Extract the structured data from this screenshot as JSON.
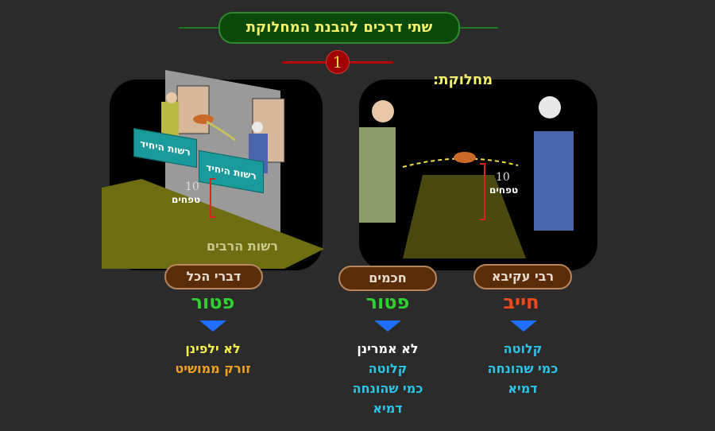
{
  "title": "שתי דרכים להבנת המחלוקת",
  "step_number": "1",
  "section_label": "מחלוקת:",
  "left_diagram": {
    "domain_private_1": "רשות היחיד",
    "domain_private_2": "רשות היחיד",
    "height_value": "10",
    "height_unit": "טפחים",
    "public_domain": "רשות הרבים"
  },
  "right_diagram": {
    "height_value": "10",
    "height_unit": "טפחים"
  },
  "columns": [
    {
      "label": "רבי עקיבא",
      "verdict": "חייב",
      "verdict_color": "#f04a1a",
      "lines": [
        {
          "text": "קלוטה",
          "color": "#2ec4e8"
        },
        {
          "text": "כמי שהונחה",
          "color": "#2ec4e8"
        },
        {
          "text": "דמיא",
          "color": "#2ec4e8"
        }
      ]
    },
    {
      "label": "חכמים",
      "verdict": "פטור",
      "verdict_color": "#2ed12e",
      "lines": [
        {
          "text": "לא אמרינן",
          "color": "#ffffff"
        },
        {
          "text": "קלוטה",
          "color": "#2ec4e8"
        },
        {
          "text": "כמי שהונחה",
          "color": "#2ec4e8"
        },
        {
          "text": "דמיא",
          "color": "#2ec4e8"
        }
      ]
    },
    {
      "label": "דברי הכל",
      "verdict": "פטור",
      "verdict_color": "#2ed12e",
      "lines": [
        {
          "text": "לא ילפינן",
          "color": "#f4f04a"
        },
        {
          "text": "זורק ממושיט",
          "color": "#f5a020"
        }
      ]
    }
  ],
  "colors": {
    "background": "#2b2b2b",
    "accent_blue": "#1e6fff"
  }
}
